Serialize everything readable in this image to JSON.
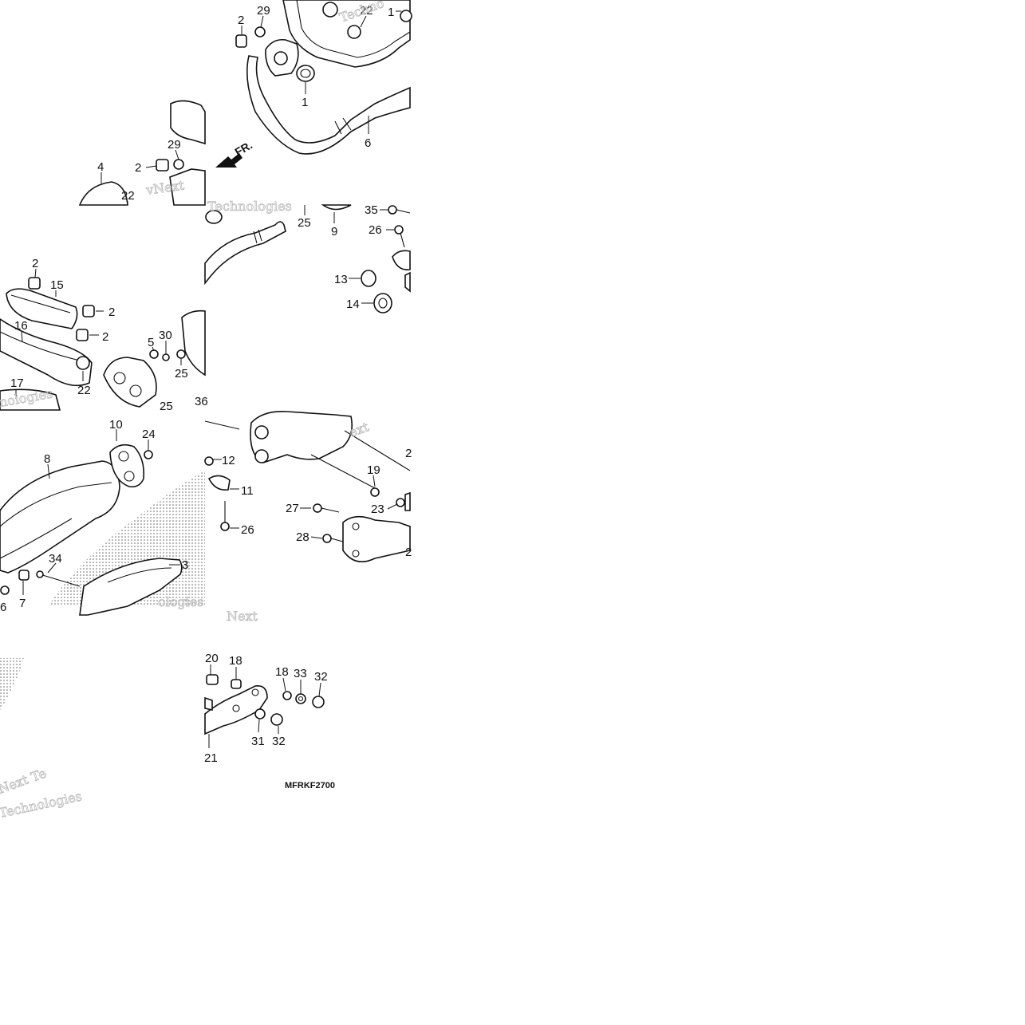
{
  "figure_code": "MFRKF2700",
  "front_marker": "FR.",
  "watermark_fragments": [
    "vNext",
    "Techno",
    "nologies",
    "Next",
    "Technologies",
    "Next Te",
    "ologies",
    "ext",
    "Technologies"
  ],
  "callouts": {
    "c29a": "29",
    "c2a": "2",
    "c22a": "22",
    "c1a": "1",
    "c1b": "1",
    "c6": "6",
    "c29b": "29",
    "c2b": "2",
    "c4": "4",
    "c22b": "22",
    "c25a": "25",
    "c9": "9",
    "c35": "35",
    "c26a": "26",
    "c13": "13",
    "c14": "14",
    "c2c": "2",
    "c15": "15",
    "c2d": "2",
    "c16": "16",
    "c2e": "2",
    "c30": "30",
    "c5": "5",
    "c25b": "25",
    "c17": "17",
    "c22c": "22",
    "c36": "36",
    "c25c": "25",
    "c10": "10",
    "c24": "24",
    "c8": "8",
    "c12": "12",
    "c11": "11",
    "c26b": "26",
    "c19": "19",
    "c2f": "2",
    "c23": "23",
    "c27": "27",
    "c28": "28",
    "c2g": "2",
    "c34": "34",
    "c3": "3",
    "c6b": "6",
    "c7": "7",
    "c20": "20",
    "c18a": "18",
    "c18b": "18",
    "c33": "33",
    "c32a": "32",
    "c31": "31",
    "c32b": "32",
    "c21": "21"
  }
}
